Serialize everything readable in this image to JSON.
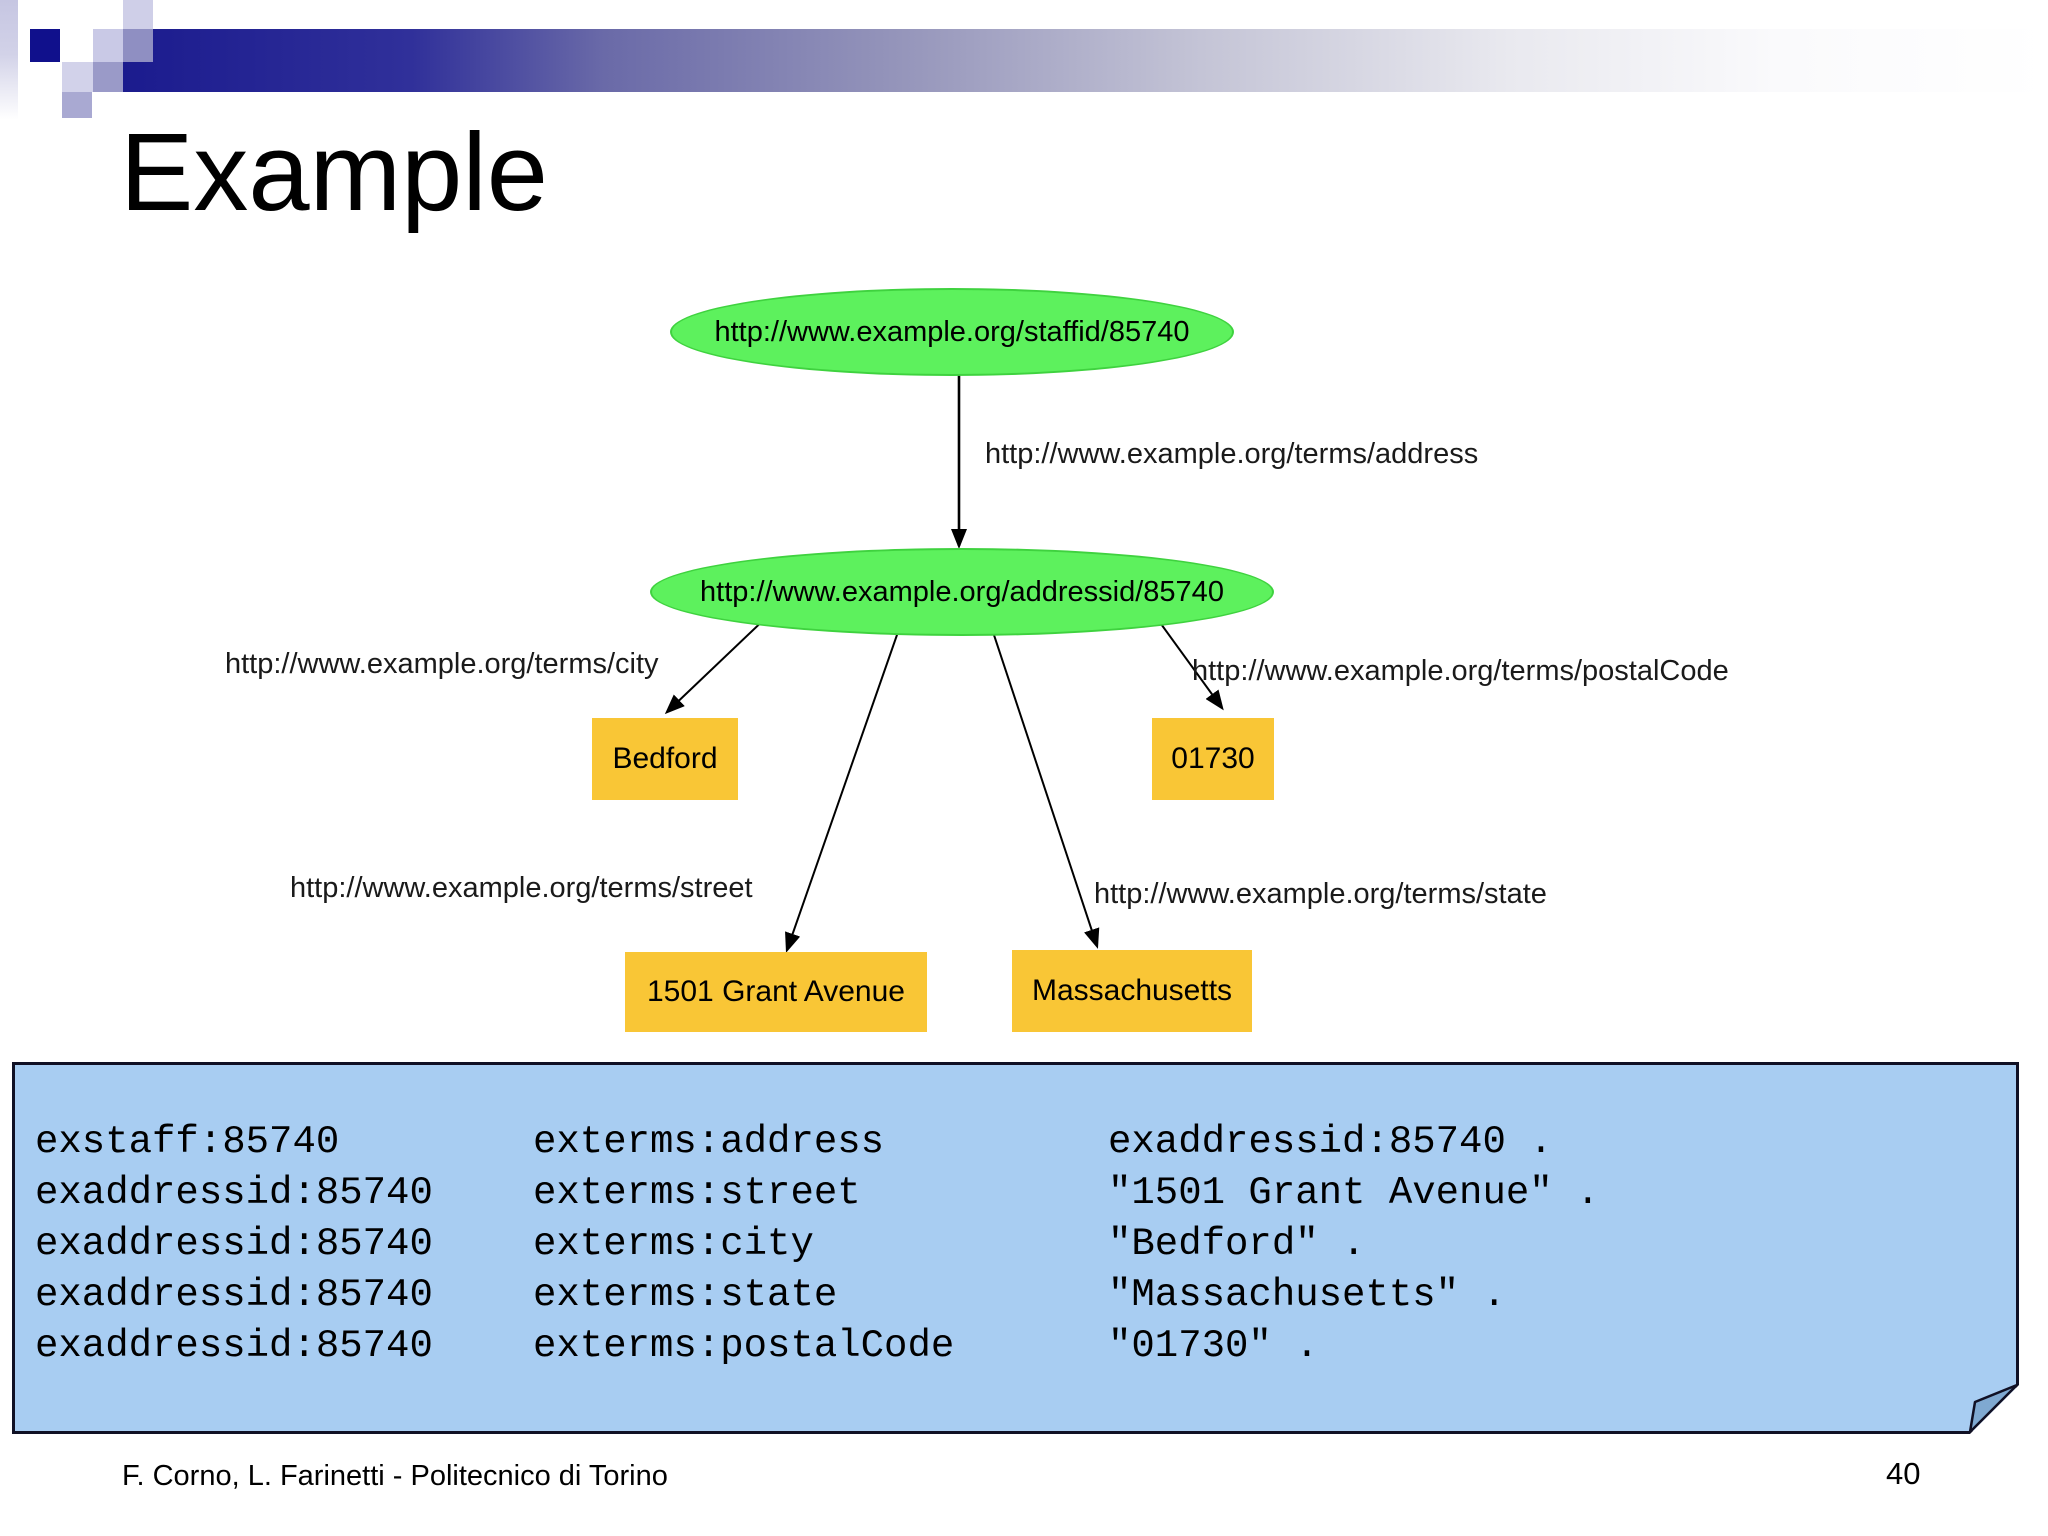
{
  "slide": {
    "title": "Example",
    "footer": {
      "authors": "F. Corno, L. Farinetti - Politecnico di Torino",
      "page_number": "40"
    }
  },
  "diagram": {
    "nodes": [
      {
        "id": "staffid",
        "type": "resource",
        "label": "http://www.example.org/staffid/85740"
      },
      {
        "id": "addressid",
        "type": "resource",
        "label": "http://www.example.org/addressid/85740"
      },
      {
        "id": "city",
        "type": "literal",
        "label": "Bedford"
      },
      {
        "id": "postalCode",
        "type": "literal",
        "label": "01730"
      },
      {
        "id": "street",
        "type": "literal",
        "label": "1501 Grant Avenue"
      },
      {
        "id": "state",
        "type": "literal",
        "label": "Massachusetts"
      }
    ],
    "edges": [
      {
        "from": "staffid",
        "to": "addressid",
        "label": "http://www.example.org/terms/address"
      },
      {
        "from": "addressid",
        "to": "city",
        "label": "http://www.example.org/terms/city"
      },
      {
        "from": "addressid",
        "to": "postalCode",
        "label": "http://www.example.org/terms/postalCode"
      },
      {
        "from": "addressid",
        "to": "street",
        "label": "http://www.example.org/terms/street"
      },
      {
        "from": "addressid",
        "to": "state",
        "label": "http://www.example.org/terms/state"
      }
    ],
    "colors": {
      "resource_fill": "#5df15d",
      "literal_fill": "#f9c636",
      "arrow": "#000000"
    }
  },
  "code_panel": {
    "background": "#a8cdf2",
    "fold_color": "#7fa9d1",
    "lines": [
      {
        "subject": "exstaff:85740",
        "predicate": "exterms:address",
        "object": "exaddressid:85740 ."
      },
      {
        "subject": "exaddressid:85740",
        "predicate": "exterms:street",
        "object": "\"1501 Grant Avenue\" ."
      },
      {
        "subject": "exaddressid:85740",
        "predicate": "exterms:city",
        "object": "\"Bedford\" ."
      },
      {
        "subject": "exaddressid:85740",
        "predicate": "exterms:state",
        "object": "\"Massachusetts\" ."
      },
      {
        "subject": "exaddressid:85740",
        "predicate": "exterms:postalCode",
        "object": "\"01730\" ."
      }
    ]
  },
  "theme": {
    "header_bar_navy": "#1b1b8e",
    "accent_square_navy": "#10108c"
  }
}
